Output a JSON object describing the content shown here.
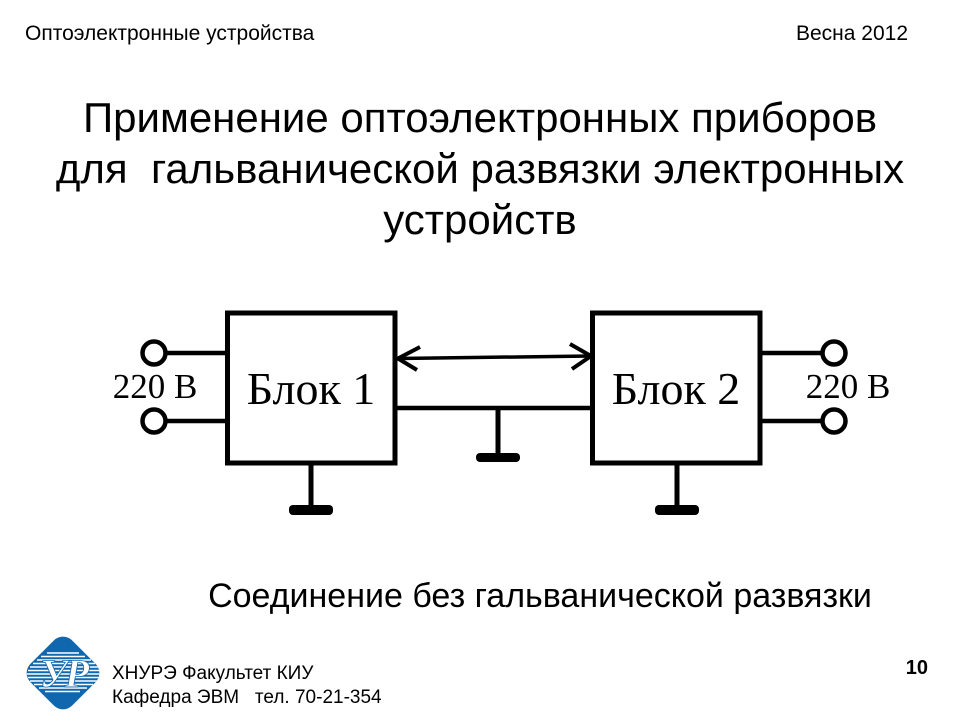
{
  "slide": {
    "header": {
      "left": "Оптоэлектронные устройства",
      "right": "Весна 2012"
    },
    "title_lines": {
      "0": "Применение оптоэлектронных приборов",
      "1": "для  гальванической развязки электронных",
      "2": "устройств"
    },
    "caption": "Соединение без гальванической развязки",
    "footer": {
      "line1": "ХНУРЭ Факультет КИУ",
      "line2": "Кафедра ЭВМ   тел. 70-21-354",
      "page_number": "10"
    },
    "logo_monogram": "УР"
  },
  "diagram": {
    "block1_label": "Блок 1",
    "block2_label": "Блок 2",
    "left_voltage": "220 В",
    "right_voltage": "220 В"
  },
  "colors": {
    "logo_blue": "#1167ae",
    "line_black": "#000000",
    "background": "#ffffff"
  }
}
